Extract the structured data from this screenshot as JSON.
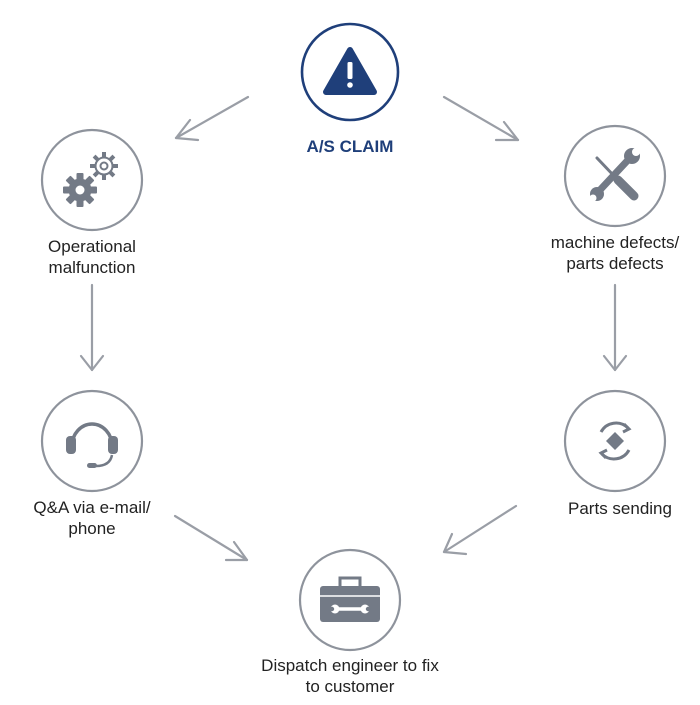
{
  "colors": {
    "primary": "#1f3f7a",
    "icon": "#737a86",
    "arrow": "#9a9ea6"
  },
  "nodes": {
    "claim": {
      "lines": [
        "A/S CLAIM"
      ],
      "icon": "warning-icon"
    },
    "malfunction": {
      "lines": [
        "Operational",
        "malfunction"
      ],
      "icon": "gears-icon"
    },
    "defects": {
      "lines": [
        "machine defects/",
        "parts defects"
      ],
      "icon": "tools-icon"
    },
    "qa": {
      "lines": [
        "Q&A via e-mail/",
        "phone"
      ],
      "icon": "headset-icon"
    },
    "parts": {
      "lines": [
        "Parts sending"
      ],
      "icon": "refresh-icon"
    },
    "dispatch": {
      "lines": [
        "Dispatch engineer to fix",
        "to customer"
      ],
      "icon": "toolbox-icon"
    }
  }
}
